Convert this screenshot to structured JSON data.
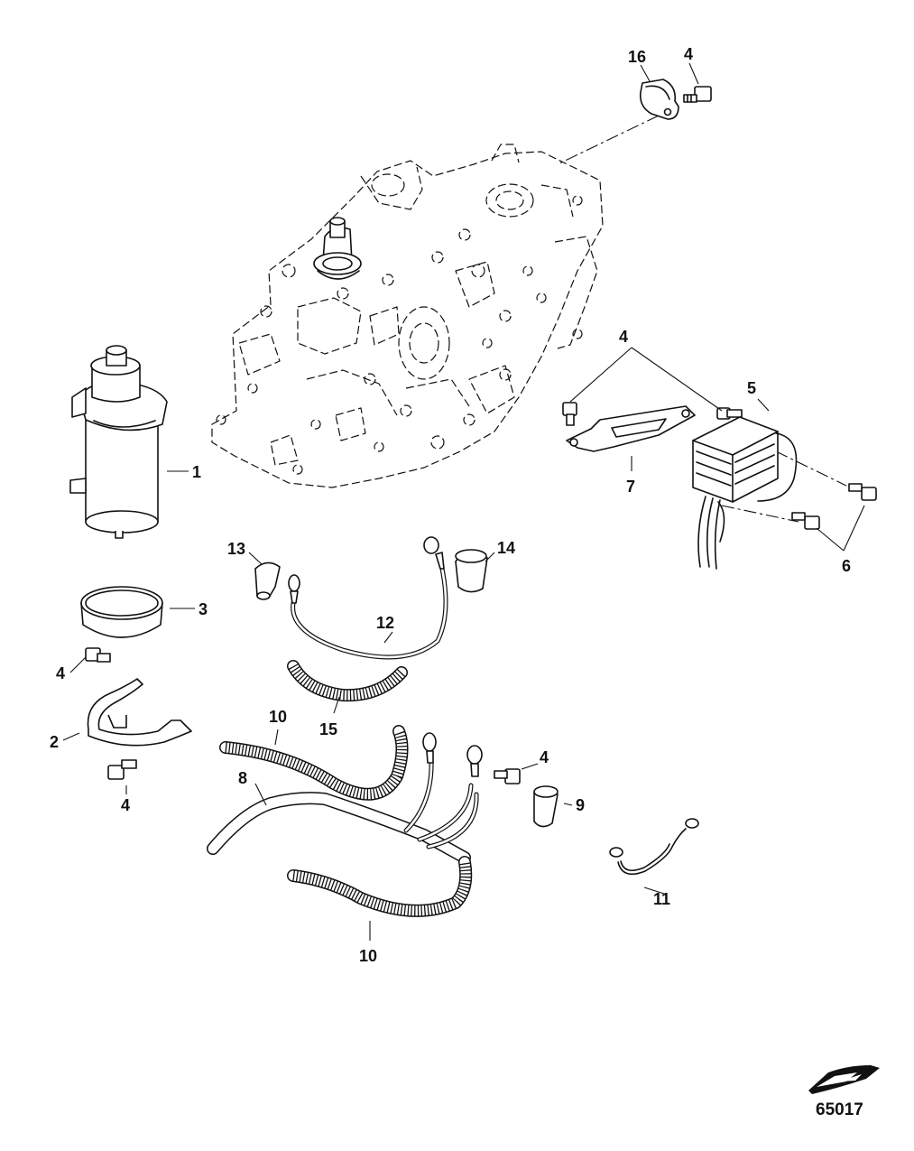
{
  "diagram": {
    "figure_number": "65017",
    "callouts": {
      "c1": "1",
      "c2": "2",
      "c3": "3",
      "c4a": "4",
      "c4b": "4",
      "c4c": "4",
      "c4d": "4",
      "c4e": "4",
      "c5": "5",
      "c6": "6",
      "c7": "7",
      "c8": "8",
      "c9": "9",
      "c10a": "10",
      "c10b": "10",
      "c11": "11",
      "c12": "12",
      "c13": "13",
      "c14": "14",
      "c15": "15",
      "c16": "16"
    },
    "icons": {
      "orientation": "outboard-orientation-icon"
    }
  }
}
